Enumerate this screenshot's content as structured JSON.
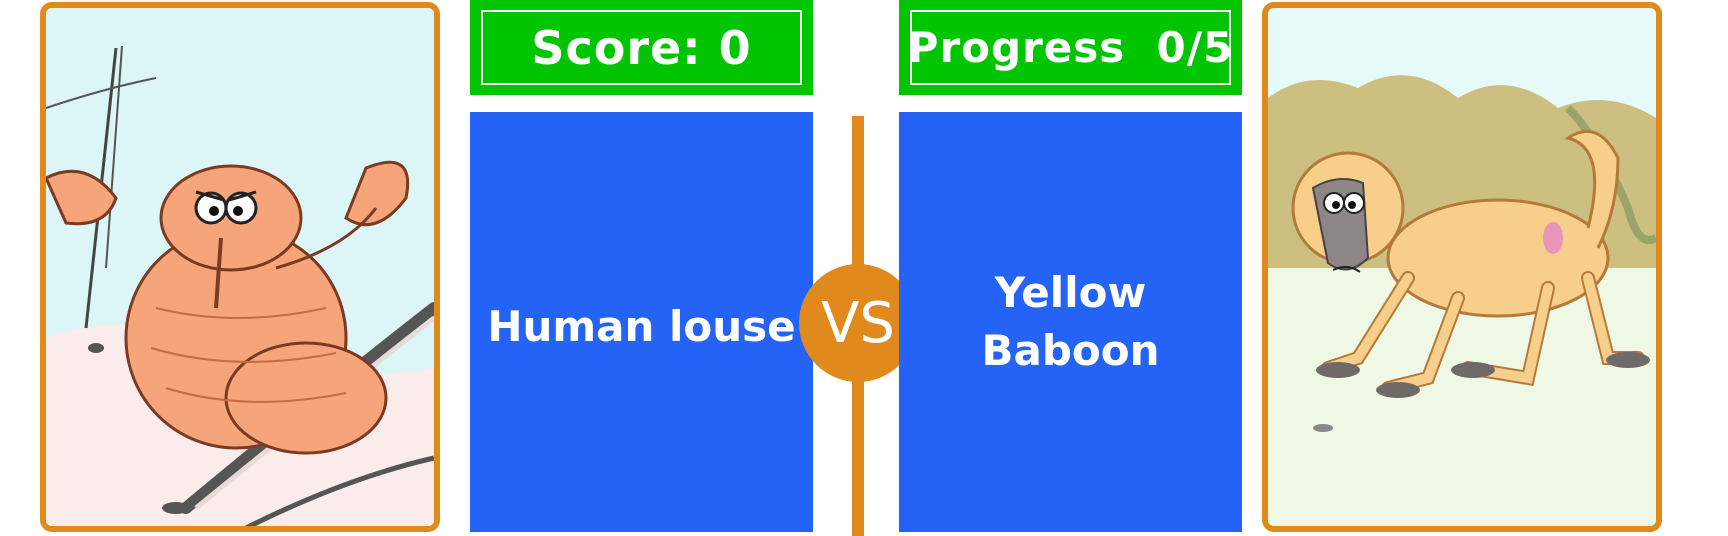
{
  "hud": {
    "score_label": "Score: 0",
    "progress_label": "Progress  0/5"
  },
  "matchup": {
    "left_name": "Human louse",
    "right_name": "Yellow Baboon",
    "vs_label": "VS"
  },
  "progress": {
    "current": 0,
    "total": 5
  },
  "colors": {
    "hud_green": "#00c500",
    "panel_blue": "#2563f7",
    "accent_orange": "#e08a1e"
  }
}
